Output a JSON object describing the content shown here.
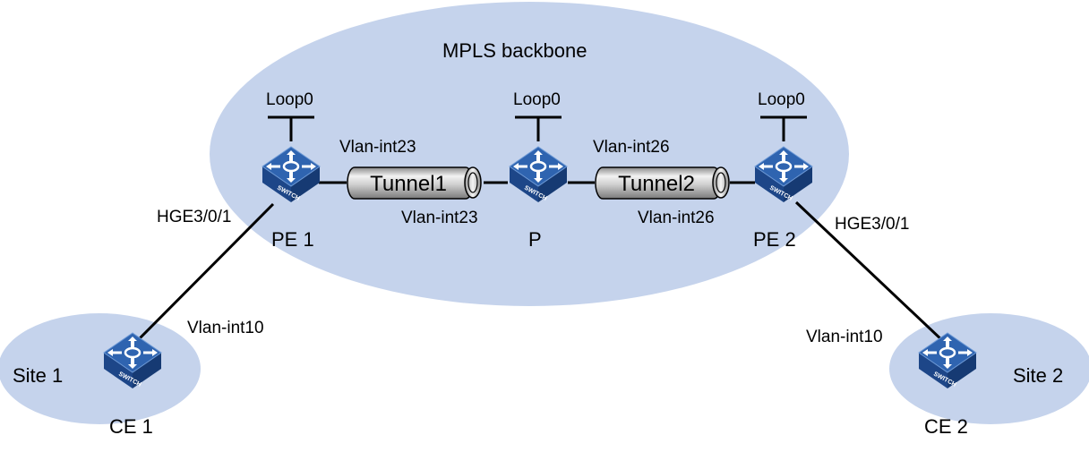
{
  "diagram": {
    "backbone_label": "MPLS backbone",
    "site1_label": "Site 1",
    "site2_label": "Site 2",
    "pe1": {
      "name": "PE 1",
      "loopback": "Loop0",
      "uplink_port": "HGE3/0/1",
      "tunnel_side_if": "Vlan-int23"
    },
    "p": {
      "name": "P",
      "loopback": "Loop0",
      "left_if": "Vlan-int23",
      "right_if": "Vlan-int26"
    },
    "pe2": {
      "name": "PE 2",
      "loopback": "Loop0",
      "uplink_port": "HGE3/0/1",
      "tunnel_side_if": "Vlan-int26"
    },
    "ce1": {
      "name": "CE 1",
      "if": "Vlan-int10"
    },
    "ce2": {
      "name": "CE 2",
      "if": "Vlan-int10"
    },
    "tunnel1": {
      "label": "Tunnel1"
    },
    "tunnel2": {
      "label": "Tunnel2"
    },
    "switch_badge": "SWITCH",
    "colors": {
      "region_fill": "#c5d3ec",
      "switch_top": "#2f64b0",
      "switch_side": "#1d4688",
      "tunnel_body": "#c8c8c8",
      "line": "#000000"
    }
  }
}
